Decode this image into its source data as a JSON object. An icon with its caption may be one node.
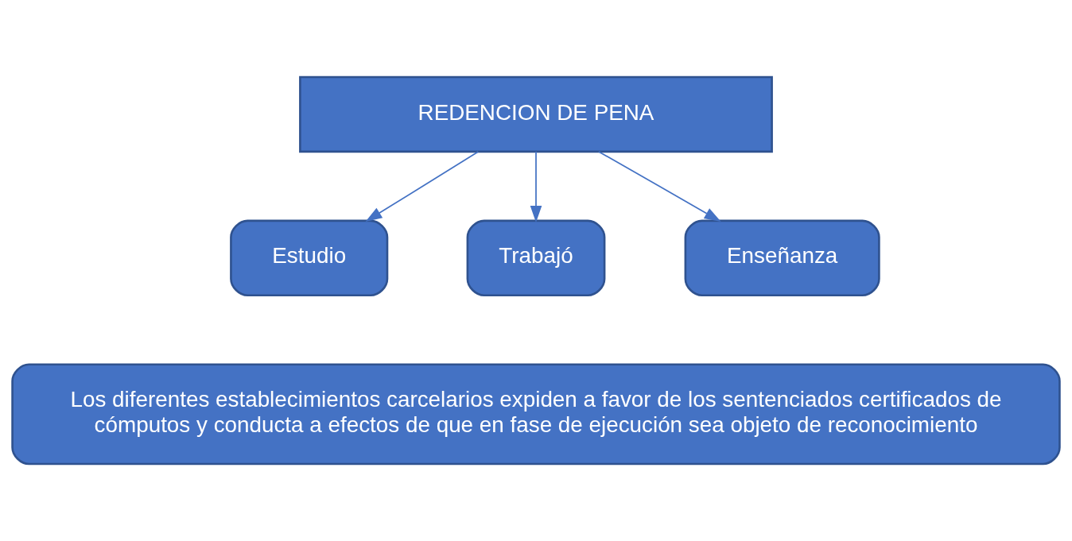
{
  "diagram": {
    "nodes": [
      {
        "text": [
          "REDENCION DE PENA"
        ]
      },
      {
        "text": [
          "Estudio"
        ]
      },
      {
        "text": [
          "Trabajó"
        ]
      },
      {
        "text": [
          "Enseñanza"
        ]
      },
      {
        "text": [
          "Los diferentes establecimientos carcelarios expiden a favor de los sentenciados certificados de cómputos y conducta a efectos de que en fase de ejecución sea objeto de reconocimiento"
        ]
      }
    ],
    "edges": [
      {
        "from": 0,
        "to": 1,
        "arrow": "to"
      },
      {
        "from": 0,
        "to": 2,
        "arrow": "to"
      },
      {
        "from": 0,
        "to": 3,
        "arrow": "to"
      }
    ]
  }
}
